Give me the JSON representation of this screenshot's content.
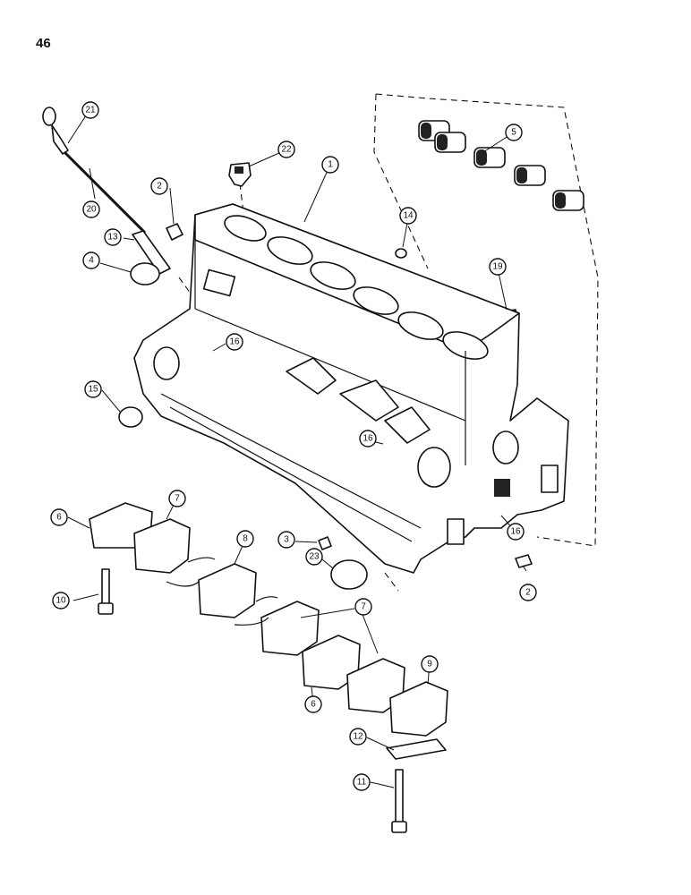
{
  "page": {
    "number": "46"
  },
  "callouts": [
    "21",
    "22",
    "1",
    "5",
    "2",
    "20",
    "13",
    "4",
    "14",
    "19",
    "16",
    "15",
    "16",
    "7",
    "6",
    "8",
    "3",
    "23",
    "10",
    "2",
    "16",
    "7",
    "6",
    "9",
    "12",
    "11"
  ]
}
